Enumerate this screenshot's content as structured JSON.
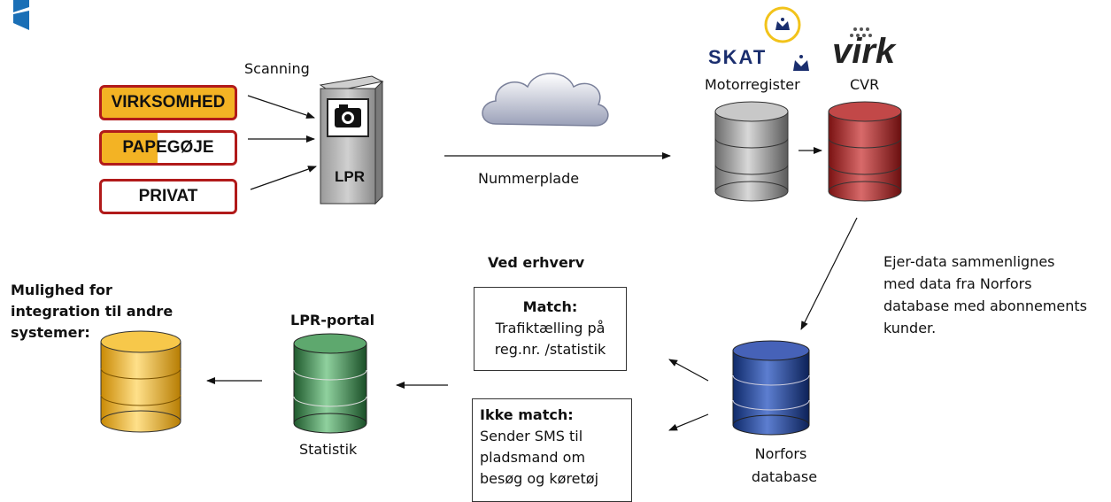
{
  "plates": [
    {
      "text": "VIRKSOMHED",
      "style": "yellow"
    },
    {
      "pre": "PA",
      "post": "PEGØJE",
      "style": "half"
    },
    {
      "text": "PRIVAT",
      "style": "white"
    }
  ],
  "scanning_label": "Scanning",
  "camera_label": "LPR",
  "nummerplade_label": "Nummerplade",
  "skat": {
    "logo": "SKAT",
    "label": "Motorregister"
  },
  "virk": {
    "logo": "virk",
    "label": "CVR"
  },
  "ejer_note": [
    "Ejer-data sammenlignes",
    "med data fra Norfors",
    "database med abonnements",
    "kunder."
  ],
  "ved_erhverv": "Ved erhverv",
  "match_box": {
    "title": "Match:",
    "lines": [
      "Trafiktælling på",
      "reg.nr. /statistik"
    ]
  },
  "ikke_match_box": {
    "title": "Ikke match:",
    "lines": [
      "Sender SMS til",
      "pladsmand om",
      "besøg og køretøj"
    ]
  },
  "norfors_label": [
    "Norfors",
    "database"
  ],
  "lpr_portal": {
    "title": "LPR-portal",
    "label": "Statistik"
  },
  "integration_note": [
    "Mulighed for",
    "integration til andre",
    "systemer:"
  ],
  "colors": {
    "plate_border": "#b11a1a",
    "plate_yellow": "#f3b324",
    "db_gray": "#a0a0a0",
    "db_red": "#b02a2a",
    "db_blue": "#223f8f",
    "db_green": "#3f8a4f",
    "db_yellow": "#f2b21b",
    "logo_blue": "#1a6fb6"
  }
}
